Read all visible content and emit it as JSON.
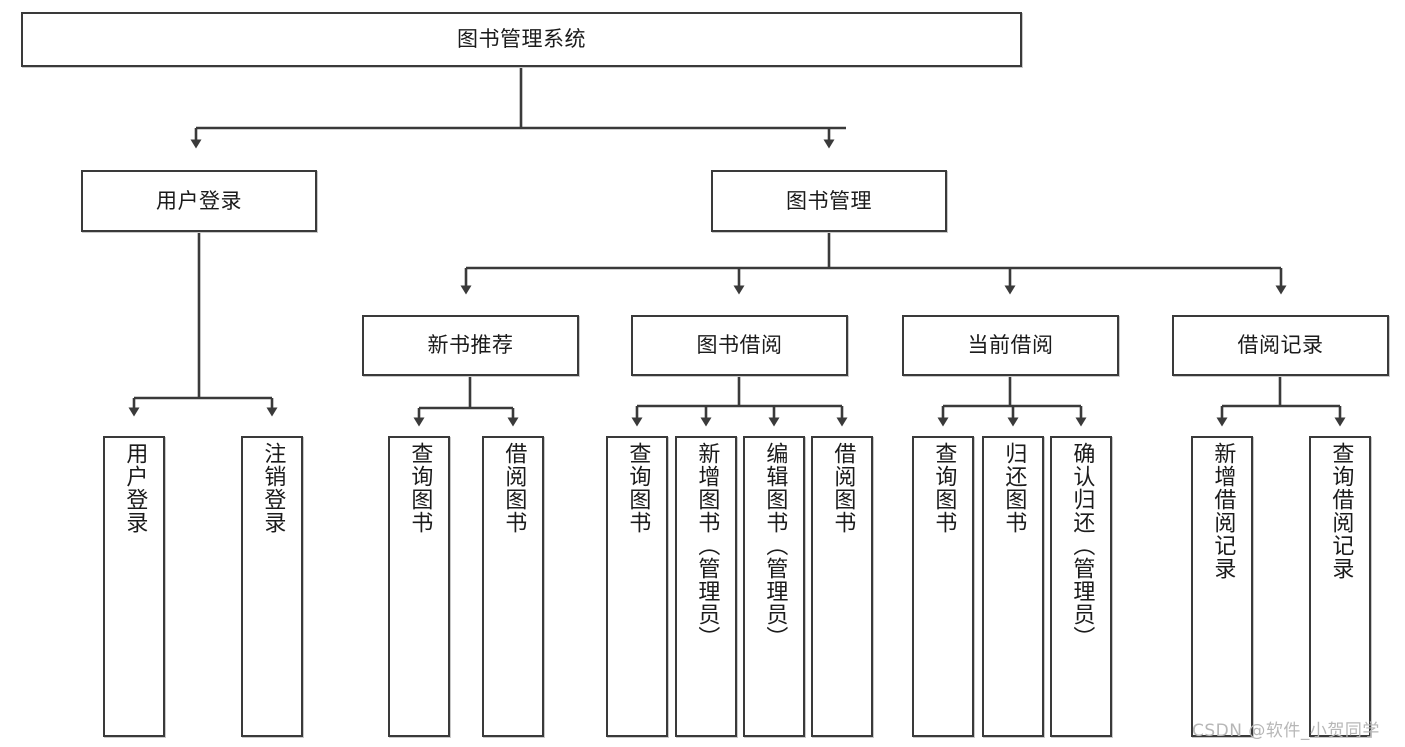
{
  "diagram": {
    "title": "图书管理系统",
    "type": "tree",
    "watermark": "CSDN @软件_小贺同学",
    "colors": {
      "box_border": "#3a3a3a",
      "box_fill": "#ffffff",
      "connector": "#3a3a3a",
      "text": "#1b1b1b",
      "watermark": "#b7b7b7"
    },
    "root": {
      "label": "图书管理系统"
    },
    "level2": [
      {
        "label": "用户登录"
      },
      {
        "label": "图书管理"
      }
    ],
    "level3": [
      {
        "label": "新书推荐"
      },
      {
        "label": "图书借阅"
      },
      {
        "label": "当前借阅"
      },
      {
        "label": "借阅记录"
      }
    ],
    "leaves": {
      "user_login": [
        {
          "label": "用户登录"
        },
        {
          "label": "注销登录"
        }
      ],
      "new_book": [
        {
          "label": "查询图书"
        },
        {
          "label": "借阅图书"
        }
      ],
      "book_borrow": [
        {
          "label": "查询图书"
        },
        {
          "label": "新增图书（管理员）"
        },
        {
          "label": "编辑图书（管理员）"
        },
        {
          "label": "借阅图书"
        }
      ],
      "current_borrow": [
        {
          "label": "查询图书"
        },
        {
          "label": "归还图书"
        },
        {
          "label": "确认归还（管理员）"
        }
      ],
      "borrow_record": [
        {
          "label": "新增借阅记录"
        },
        {
          "label": "查询借阅记录"
        }
      ]
    }
  }
}
